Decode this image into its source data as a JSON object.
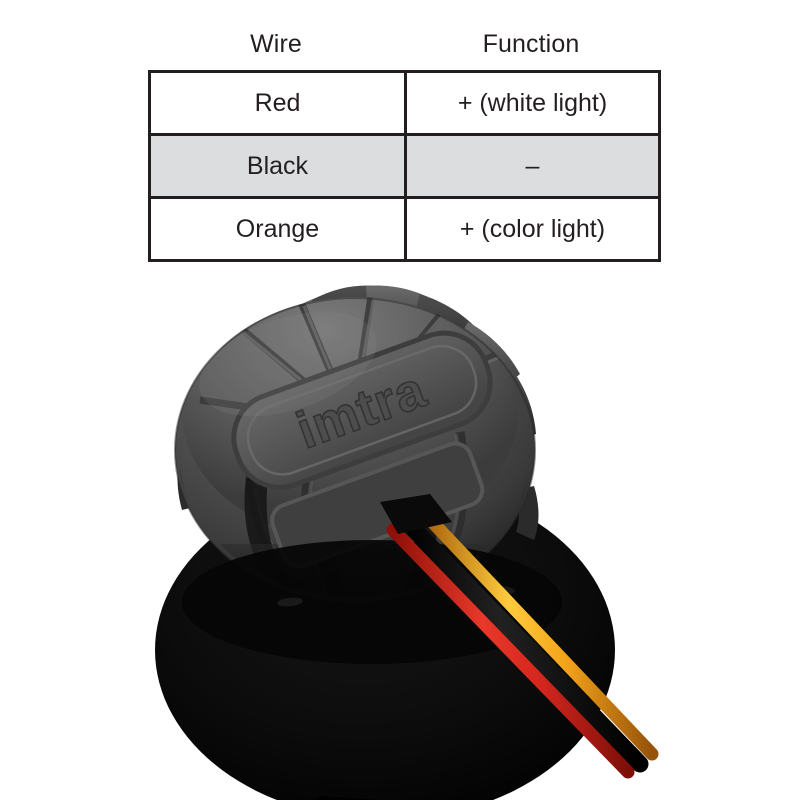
{
  "table": {
    "headers": [
      "Wire",
      "Function"
    ],
    "rows": [
      {
        "wire": "Red",
        "function": "+ (white light)"
      },
      {
        "wire": "Black",
        "function": "–"
      },
      {
        "wire": "Orange",
        "function": "+ (color light)"
      }
    ],
    "border_color": "#231f20",
    "alt_row_color": "#dcdddf",
    "text_color": "#231f20"
  },
  "figure": {
    "caption": "",
    "brand_logo_text": "imtra",
    "housing_color": "#4a4a4a",
    "flange_color": "#0a0a0a",
    "wires": [
      {
        "name": "red-wire",
        "color": "#d6271f"
      },
      {
        "name": "black-wire",
        "color": "#0b0b0b"
      },
      {
        "name": "orange-wire",
        "color": "#f5a41b"
      }
    ]
  }
}
